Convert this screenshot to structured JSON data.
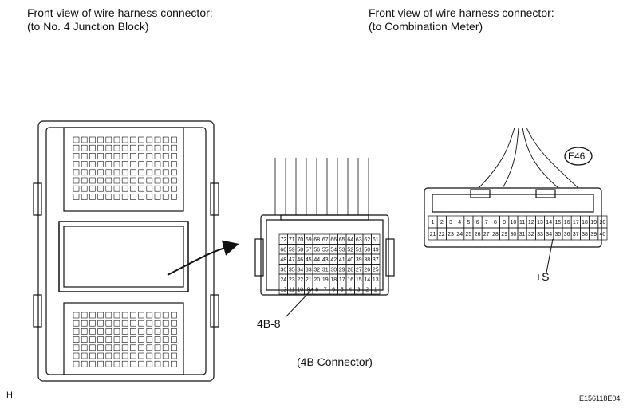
{
  "captions": {
    "left_line1": "Front view of wire harness connector:",
    "left_line2": "(to No. 4 Junction Block)",
    "right_line1": "Front view of wire harness connector:",
    "right_line2": "(to Combination Meter)"
  },
  "labels": {
    "connector_4b": "(4B Connector)",
    "callout_4b8": "4B-8",
    "callout_s": "+S",
    "connector_id": "E46",
    "corner_letter": "H",
    "figure_code": "E156118E04"
  },
  "pins_4b": [
    [
      "72",
      "71",
      "70",
      "69",
      "68",
      "67",
      "66",
      "65",
      "64",
      "63",
      "62",
      "61"
    ],
    [
      "60",
      "59",
      "58",
      "57",
      "56",
      "55",
      "54",
      "53",
      "52",
      "51",
      "50",
      "49"
    ],
    [
      "48",
      "47",
      "46",
      "45",
      "44",
      "43",
      "42",
      "41",
      "40",
      "39",
      "38",
      "37"
    ],
    [
      "36",
      "35",
      "34",
      "33",
      "32",
      "31",
      "30",
      "29",
      "28",
      "27",
      "26",
      "25"
    ],
    [
      "24",
      "23",
      "22",
      "21",
      "20",
      "19",
      "18",
      "17",
      "16",
      "15",
      "14",
      "13"
    ],
    [
      "12",
      "11",
      "10",
      "9",
      "8",
      "7",
      "6",
      "5",
      "4",
      "3",
      "2",
      "1"
    ]
  ],
  "pins_e46": [
    [
      "1",
      "2",
      "3",
      "4",
      "5",
      "6",
      "7",
      "8",
      "9",
      "10",
      "11",
      "12",
      "13",
      "14",
      "15",
      "16",
      "17",
      "18",
      "19",
      "20"
    ],
    [
      "21",
      "22",
      "23",
      "24",
      "25",
      "26",
      "27",
      "28",
      "29",
      "30",
      "31",
      "32",
      "33",
      "34",
      "35",
      "36",
      "37",
      "38",
      "39",
      "40"
    ]
  ]
}
